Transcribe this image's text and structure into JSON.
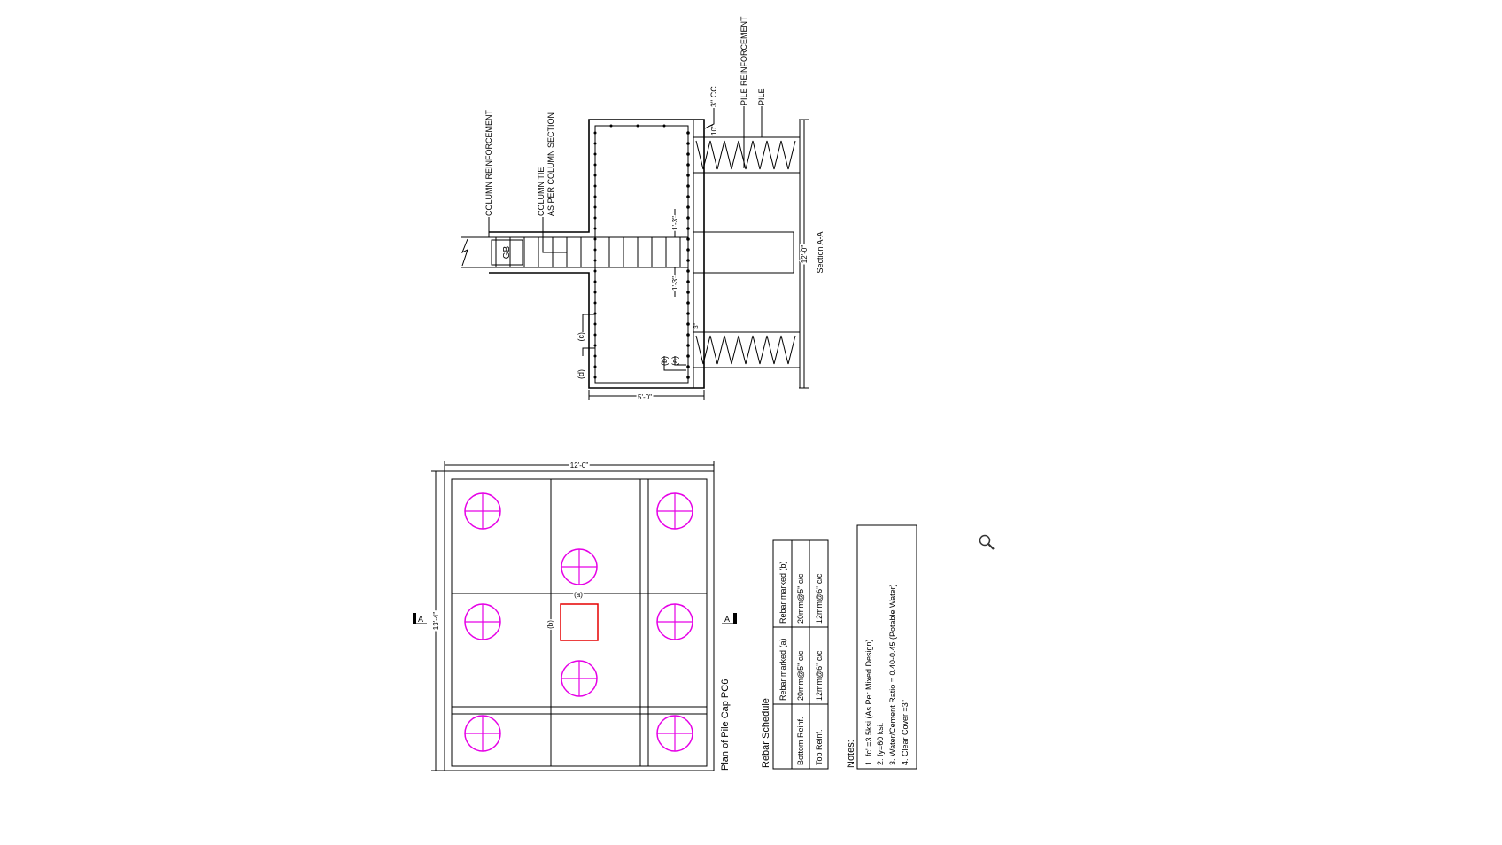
{
  "section": {
    "title": "Section A-A",
    "labels": {
      "column_reinforcement": "COLUMN REINFORCEMENT",
      "column_tie": "COLUMN TIE",
      "column_tie_note": "AS PER COLUMN SECTION",
      "cc": "3\" CC",
      "pile_reinforcement": "PILE REINFORCEMENT",
      "pile": "PILE",
      "gb": "GB",
      "mark_a": "(a)",
      "mark_b": "(b)",
      "mark_c": "(c)",
      "mark_d": "(d)"
    },
    "dims": {
      "width": "5'-0\"",
      "height": "12'-0\"",
      "cover": "10\"",
      "upper_offset": "1'-3\"",
      "lower_offset": "1'-3\"",
      "small": "3\""
    }
  },
  "plan": {
    "title": "Plan of Pile Cap PC6",
    "dim_width": "12'-0\"",
    "dim_height": "13'-4\"",
    "section_marker": "A",
    "mark_a": "(a)",
    "mark_b": "(b)",
    "colors": {
      "pile": "#e600e6",
      "column": "#e60000"
    }
  },
  "rebar_schedule": {
    "title": "Rebar Schedule",
    "headers": [
      "",
      "Rebar marked (a)",
      "Rebar marked (b)"
    ],
    "rows": [
      [
        "Bottom Reinf.",
        "20mm@5\" c/c",
        "20mm@5\" c/c"
      ],
      [
        "Top Reinf.",
        "12mm@6\" c/c",
        "12mm@6\" c/c"
      ]
    ]
  },
  "notes": {
    "title": "Notes:",
    "items": [
      "1. fc' =3.5ksi (As Per Mixed Design)",
      "2. fy=60 ksi.",
      "3. Water/Cement Ratio = 0.40-0.45 (Potable Water)",
      "4. Clear Cover =3\""
    ]
  }
}
